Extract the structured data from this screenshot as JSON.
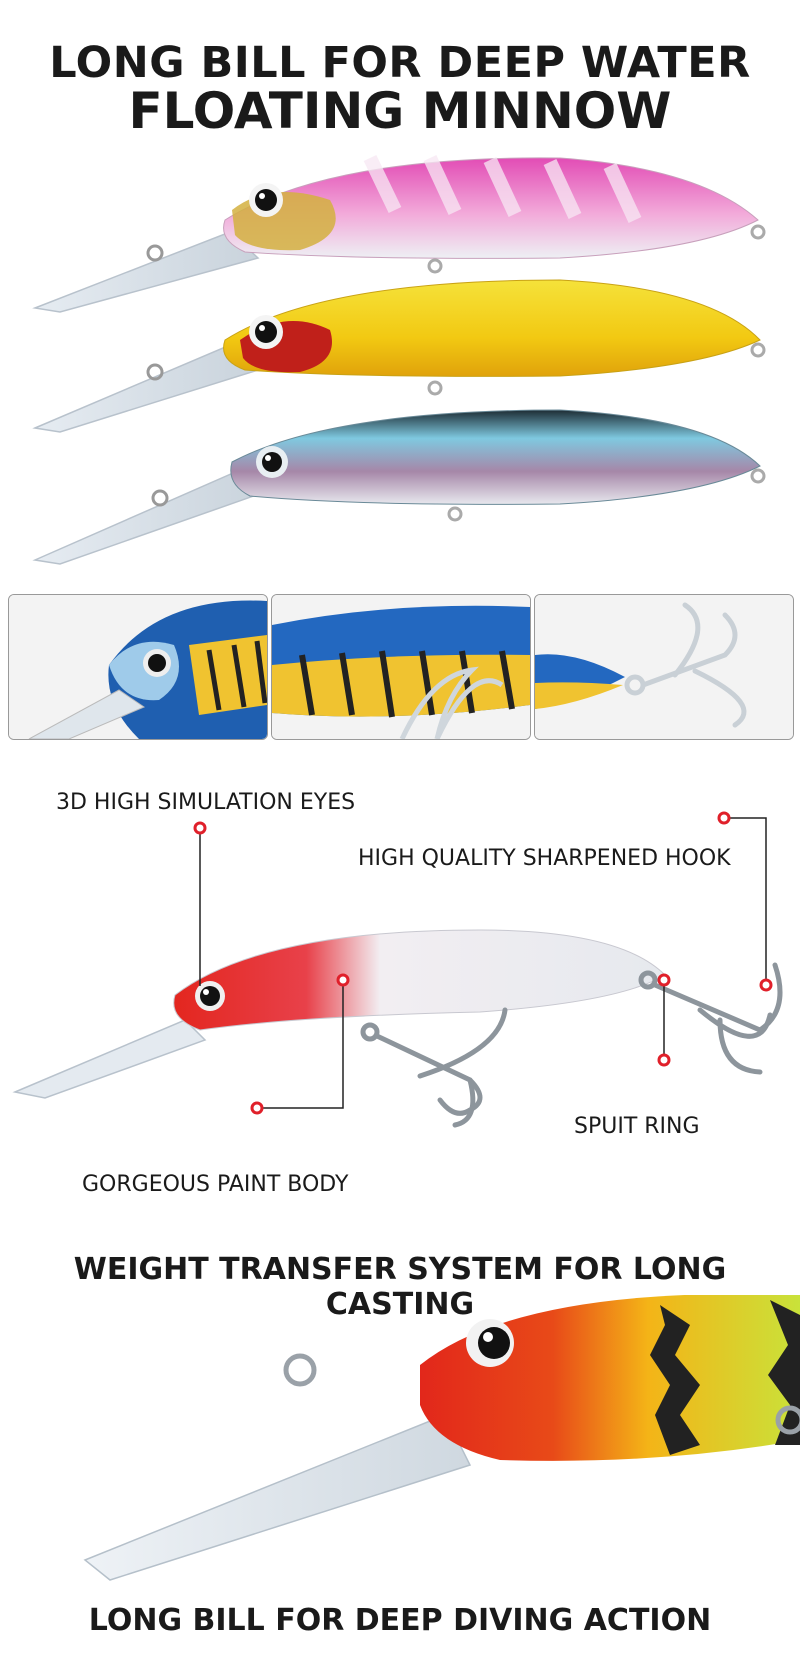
{
  "header": {
    "line1": "LONG BILL FOR DEEP WATER",
    "line2": "FLOATING MINNOW"
  },
  "callouts": {
    "eyes": "3D HIGH SIMULATION EYES",
    "hook": "HIGH QUALITY SHARPENED HOOK",
    "ring": "SPUIT RING",
    "body": "GORGEOUS PAINT BODY"
  },
  "sections": {
    "weight": "WEIGHT TRANSFER SYSTEM FOR LONG CASTING",
    "bill": "LONG BILL FOR DEEP DIVING ACTION"
  },
  "colors": {
    "callout_line": "#222222",
    "callout_dot": "#e0202a",
    "lure_pink": "#e45bb8",
    "lure_yellow": "#f3d21c",
    "lure_blue": "#7fc4dc",
    "lure_red": "#e3261f",
    "accent_blue": "#1f5fb0"
  }
}
